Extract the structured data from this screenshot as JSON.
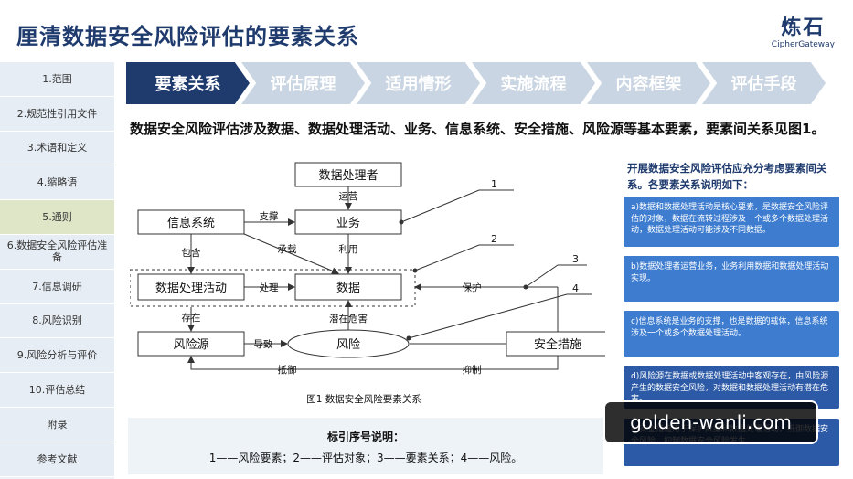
{
  "page_title": "厘清数据安全风险评估的要素关系",
  "logo": {
    "text": "炼石",
    "sub": "CipherGateway"
  },
  "sidebar": {
    "items": [
      {
        "label": "1.范围"
      },
      {
        "label": "2.规范性引用文件"
      },
      {
        "label": "3.术语和定义"
      },
      {
        "label": "4.缩略语"
      },
      {
        "label": "5.通则",
        "active": true
      },
      {
        "label": "6.数据安全风险评估准备"
      },
      {
        "label": "7.信息调研"
      },
      {
        "label": "8.风险识别"
      },
      {
        "label": "9.风险分析与评价"
      },
      {
        "label": "10.评估总结"
      },
      {
        "label": "附录"
      },
      {
        "label": "参考文献"
      }
    ]
  },
  "tabs": [
    {
      "label": "要素关系",
      "active": true
    },
    {
      "label": "评估原理"
    },
    {
      "label": "适用情形"
    },
    {
      "label": "实施流程"
    },
    {
      "label": "内容框架"
    },
    {
      "label": "评估手段"
    }
  ],
  "intro": "数据安全风险评估涉及数据、数据处理活动、业务、信息系统、安全措施、风险源等基本要素，要素间关系见图1。",
  "diagram": {
    "nodes": {
      "processor": "数据处理者",
      "business": "业务",
      "info_system": "信息系统",
      "activity": "数据处理活动",
      "data": "数据",
      "risk_source": "风险源",
      "risk": "风险",
      "measures": "安全措施"
    },
    "edges": {
      "operate": "运营",
      "support": "支撑",
      "carry": "承载",
      "use": "利用",
      "contain": "包含",
      "process": "处理",
      "protect": "保护",
      "exist": "存在",
      "hazard": "潜在危害",
      "cause": "导致",
      "resist": "抵御",
      "suppress": "抑制"
    },
    "callouts": [
      "1",
      "2",
      "3",
      "4"
    ],
    "caption": "图1  数据安全风险要素关系"
  },
  "legend": {
    "heading": "标引序号说明：",
    "body": "1——风险要素；2——评估对象；3——要素关系；4——风险。"
  },
  "right_panel": {
    "heading": "开展数据安全风险评估应充分考虑要素间关系。各要素关系说明如下：",
    "cards": [
      "a)数据和数据处理活动是核心要素，是数据安全风险评估的对象，数据在流转过程涉及一个或多个数据处理活动，数据处理活动可能涉及不同数据。",
      "b)数据处理者运营业务，业务利用数据和数据处理活动实现。",
      "c)信息系统是业务的支撑，也是数据的载体，信息系统涉及一个或多个数据处理活动。",
      "d)风险源在数据或数据处理活动中客观存在，由风险源产生的数据安全风险，对数据和数据处理活动有潜在危害。",
      "e)安全措施用于保护数据和数据处理活动，抵御数据安全风险，抑制数据安全风险发生。"
    ]
  },
  "watermark": "golden-wanli.com",
  "colors": {
    "primary": "#1f3b6e",
    "tab_inactive": "#c9d5e2",
    "card": "#3d7ccf",
    "sidebar_active": "#dfe6c8"
  }
}
